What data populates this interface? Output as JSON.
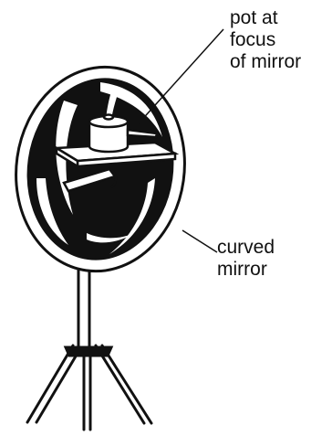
{
  "labels": {
    "pot": [
      "pot at",
      "focus",
      "of mirror"
    ],
    "mirror": [
      "curved",
      "mirror"
    ]
  },
  "colors": {
    "ink": "#111111",
    "background": "#ffffff"
  }
}
